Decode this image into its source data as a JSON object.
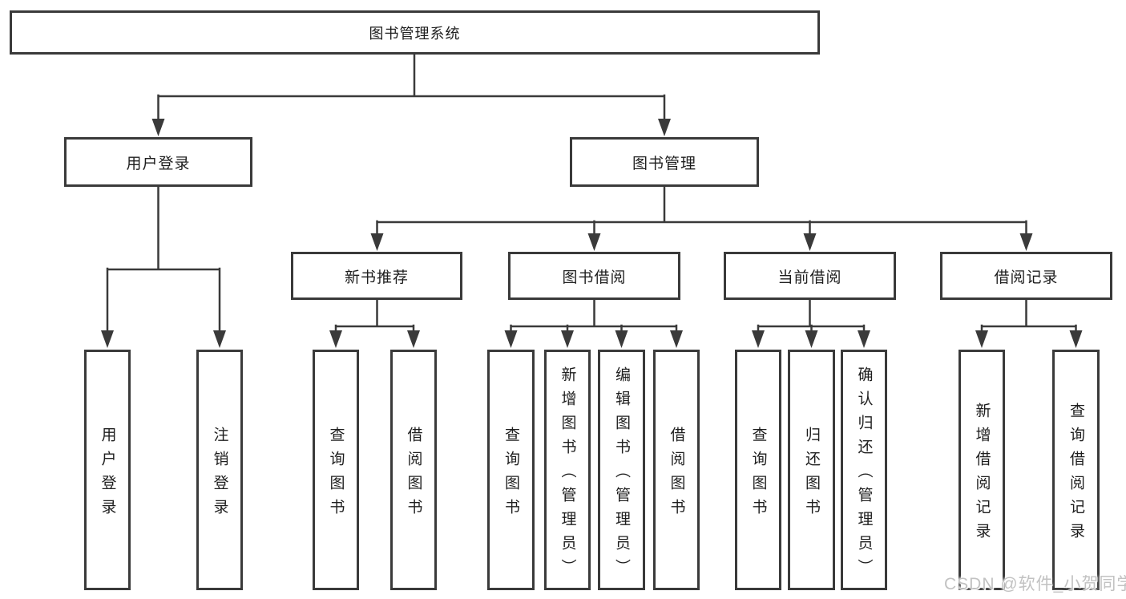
{
  "root": {
    "label": "图书管理系统"
  },
  "level2": [
    {
      "label": "用户登录"
    },
    {
      "label": "图书管理"
    }
  ],
  "level3": [
    {
      "label": "新书推荐"
    },
    {
      "label": "图书借阅"
    },
    {
      "label": "当前借阅"
    },
    {
      "label": "借阅记录"
    }
  ],
  "leaves": [
    {
      "label": "用户登录"
    },
    {
      "label": "注销登录"
    },
    {
      "label": "查询图书"
    },
    {
      "label": "借阅图书"
    },
    {
      "label": "查询图书"
    },
    {
      "label": "新增图书（管理员）"
    },
    {
      "label": "编辑图书（管理员）"
    },
    {
      "label": "借阅图书"
    },
    {
      "label": "查询图书"
    },
    {
      "label": "归还图书"
    },
    {
      "label": "确认归还（管理员）"
    },
    {
      "label": "新增借阅记录"
    },
    {
      "label": "查询借阅记录"
    }
  ],
  "watermark": {
    "text": "CSDN @软件_小贺同学"
  },
  "colors": {
    "line": "#3a3a3a",
    "text": "#1e1e1e",
    "watermark": "#c2c2c2",
    "background": "#ffffff"
  }
}
